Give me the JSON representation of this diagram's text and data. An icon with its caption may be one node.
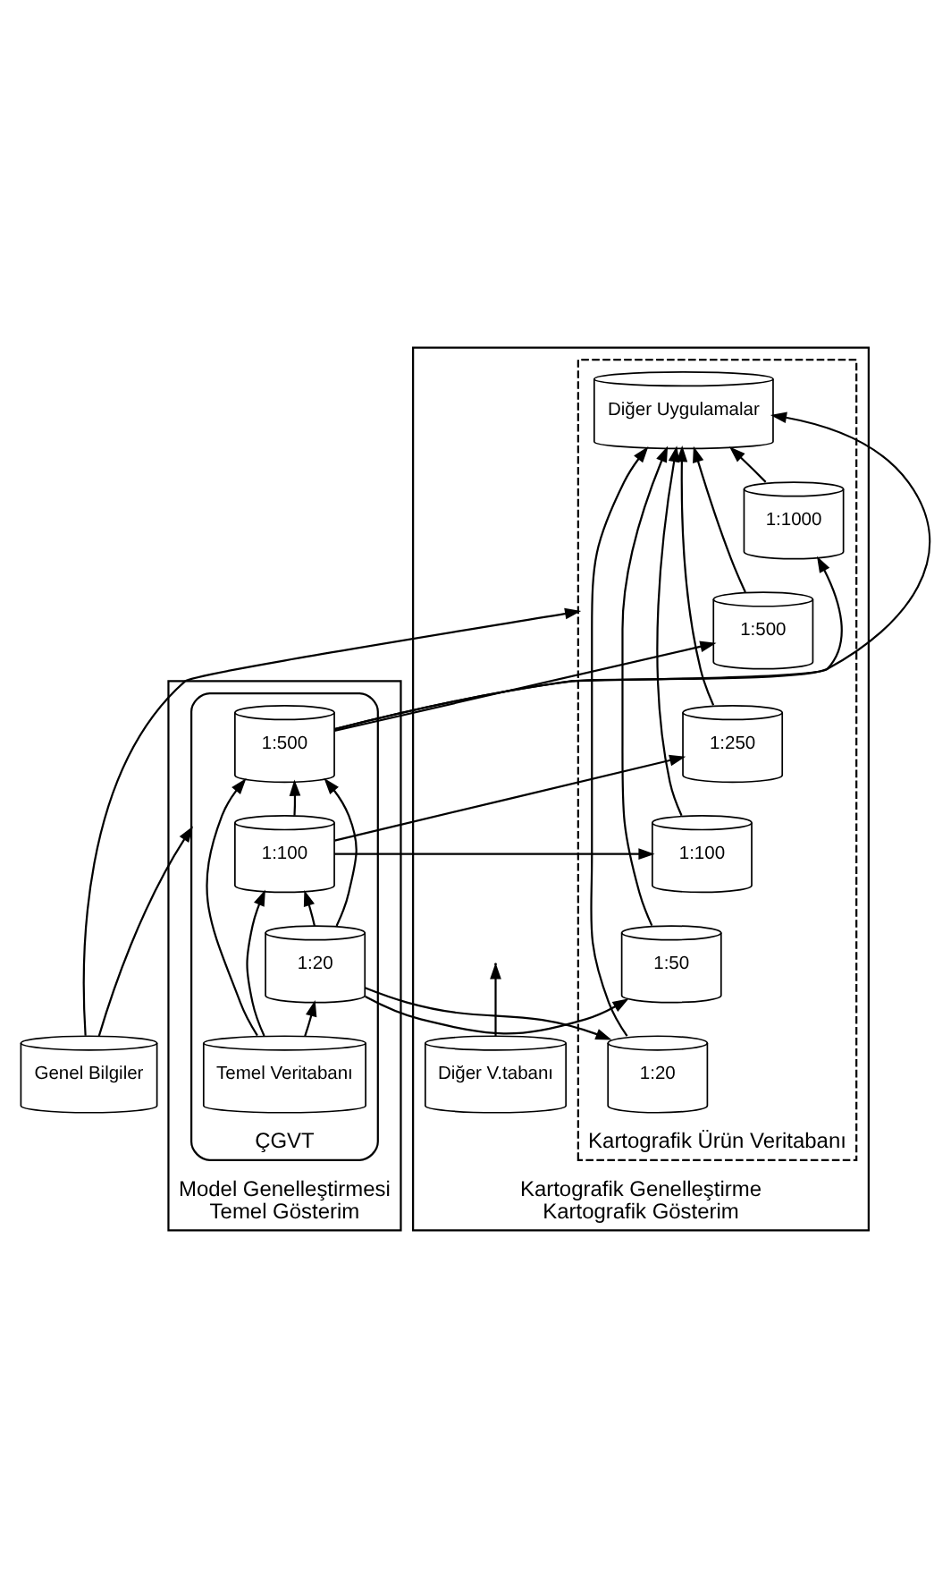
{
  "diagram": {
    "nodes": [
      {
        "text": [
          "Model Genelleştirmesi",
          "Temel Gösterim"
        ]
      },
      {
        "text": [
          "Kartografik Genelleştirme",
          "Kartografik Gösterim"
        ]
      },
      {
        "text": [
          "Genel Bilgiler"
        ]
      },
      {
        "text": [
          "ÇGVT"
        ],
        "in": 0
      },
      {
        "text": [
          "1:500"
        ],
        "in": 3
      },
      {
        "text": [
          "1:100"
        ],
        "in": 3
      },
      {
        "text": [
          "1:20"
        ],
        "in": 3
      },
      {
        "text": [
          "Temel Veritabanı"
        ],
        "in": 3
      },
      {
        "text": [
          "Kartografik Ürün Veritabanı"
        ],
        "in": 1
      },
      {
        "text": [
          "Diğer Uygulamalar"
        ],
        "in": 8
      },
      {
        "text": [
          "1:1000"
        ],
        "in": 8
      },
      {
        "text": [
          "1:500"
        ],
        "in": 8
      },
      {
        "text": [
          "1:250"
        ],
        "in": 8
      },
      {
        "text": [
          "1:100"
        ],
        "in": 8
      },
      {
        "text": [
          "1:50"
        ],
        "in": 8
      },
      {
        "text": [
          "1:20"
        ],
        "in": 8
      },
      {
        "text": [
          "Diğer V.tabanı"
        ],
        "in": 1
      }
    ],
    "edges": [
      {
        "from": 2,
        "to": 3,
        "arrow": "to"
      },
      {
        "from": 2,
        "to": 8,
        "arrow": "to"
      },
      {
        "from": 7,
        "to": 6,
        "arrow": "to"
      },
      {
        "from": 6,
        "to": 5,
        "arrow": "to"
      },
      {
        "from": 5,
        "to": 4,
        "arrow": "to"
      },
      {
        "from": 7,
        "to": 4,
        "arrow": "to"
      },
      {
        "from": 6,
        "to": 4,
        "arrow": "to"
      },
      {
        "from": 7,
        "to": 5,
        "arrow": "to"
      },
      {
        "from": 4,
        "to": 9,
        "arrow": "to"
      },
      {
        "from": 4,
        "to": 10,
        "arrow": "to"
      },
      {
        "from": 4,
        "to": 11,
        "arrow": "to"
      },
      {
        "from": 5,
        "to": 12,
        "arrow": "to"
      },
      {
        "from": 5,
        "to": 13,
        "arrow": "to"
      },
      {
        "from": 6,
        "to": 14,
        "arrow": "to"
      },
      {
        "from": 6,
        "to": 15,
        "arrow": "to"
      },
      {
        "from": 16,
        "to": null,
        "arrow": "to"
      },
      {
        "from": 10,
        "to": 9,
        "arrow": "to"
      },
      {
        "from": 11,
        "to": 9,
        "arrow": "to"
      },
      {
        "from": 12,
        "to": 9,
        "arrow": "to"
      },
      {
        "from": 13,
        "to": 9,
        "arrow": "to"
      },
      {
        "from": 14,
        "to": 9,
        "arrow": "to"
      },
      {
        "from": 15,
        "to": 9,
        "arrow": "to"
      }
    ]
  }
}
